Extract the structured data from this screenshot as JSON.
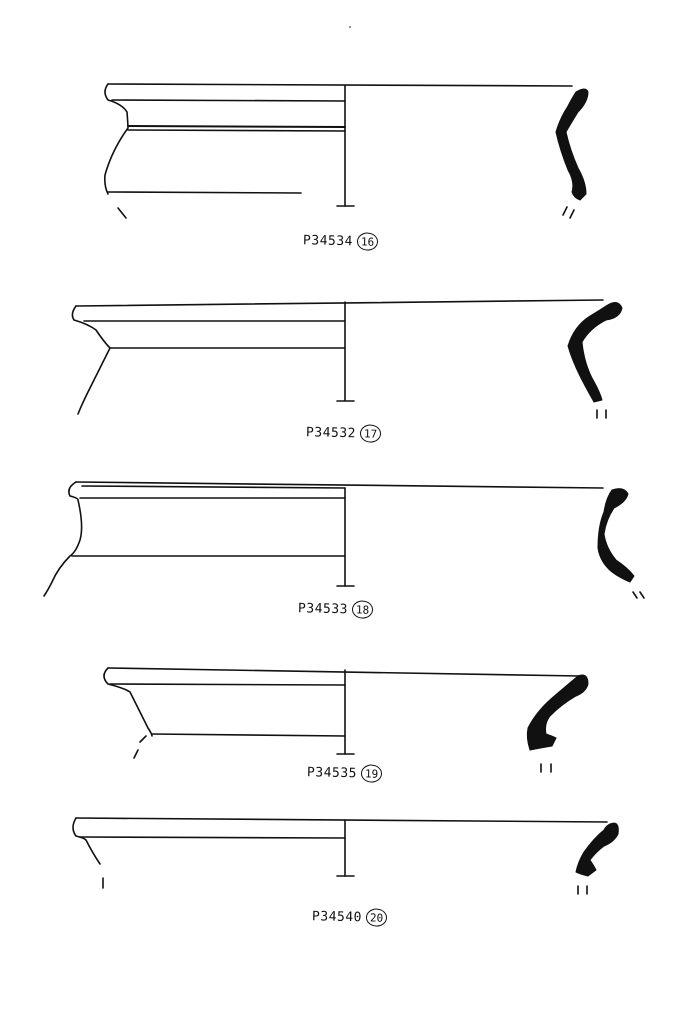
{
  "sheet": {
    "drawing_style": "pottery rim profiles, ink line drawing",
    "ink_color": "#111111",
    "paper_color": "#ffffff"
  },
  "figures": [
    {
      "catalogue_number": "P34534",
      "figure_number": "16"
    },
    {
      "catalogue_number": "P34532",
      "figure_number": "17"
    },
    {
      "catalogue_number": "P34533",
      "figure_number": "18"
    },
    {
      "catalogue_number": "P34535",
      "figure_number": "19"
    },
    {
      "catalogue_number": "P34540",
      "figure_number": "20"
    }
  ]
}
